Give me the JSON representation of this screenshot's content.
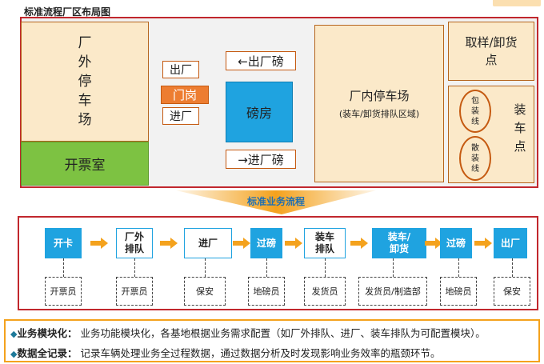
{
  "title": "标准流程厂区布局图",
  "layout": {
    "outer_parking": [
      "厂",
      "外",
      "停",
      "车",
      "场"
    ],
    "ticket_room": "开票室",
    "gate_out": "出厂",
    "gatehouse": "门岗",
    "gate_in": "进厂",
    "scale_out": "←出厂磅",
    "scale_house": "磅房",
    "scale_in": "→进厂磅",
    "inner_parking": "厂内停车场",
    "inner_parking_note": "(装车/卸货排队区域)",
    "sampling": [
      "取样/卸货",
      "点"
    ],
    "loading_point": [
      "装",
      "车",
      "点"
    ],
    "bag_line": [
      "包",
      "装",
      "线"
    ],
    "bulk_line": [
      "散",
      "装",
      "线"
    ]
  },
  "process_title": "标准业务流程",
  "steps": [
    {
      "label": [
        "开卡"
      ],
      "role": "开票员",
      "style": "blue"
    },
    {
      "label": [
        "厂外",
        "排队"
      ],
      "role": "开票员",
      "style": "white"
    },
    {
      "label": [
        "进厂"
      ],
      "role": "保安",
      "style": "white"
    },
    {
      "label": [
        "过磅"
      ],
      "role": "地磅员",
      "style": "blue"
    },
    {
      "label": [
        "装车",
        "排队"
      ],
      "role": "发货员",
      "style": "white"
    },
    {
      "label": [
        "装车/",
        "卸货"
      ],
      "role": "发货员/制造部",
      "style": "blue"
    },
    {
      "label": [
        "过磅"
      ],
      "role": "地磅员",
      "style": "blue"
    },
    {
      "label": [
        "出厂"
      ],
      "role": "保安",
      "style": "blue"
    }
  ],
  "notes": [
    {
      "bullet": "◆",
      "head": "业务模块化：",
      "text": "业务功能模块化，各基地根据业务需求配置（如厂外排队、进厂、装车排队为可配置模块）。"
    },
    {
      "bullet": "◆",
      "head": "数据全记录：",
      "text": "记录车辆处理业务全过程数据，通过数据分析及时发现影响业务效率的瓶颈环节。"
    }
  ],
  "colors": {
    "accent_blue": "#1fa3e0",
    "accent_orange": "#ed7d31",
    "border_red": "#c1272d",
    "arrow_orange": "#f4a21d",
    "green": "#7dc242",
    "beige": "#fbe9c9"
  }
}
